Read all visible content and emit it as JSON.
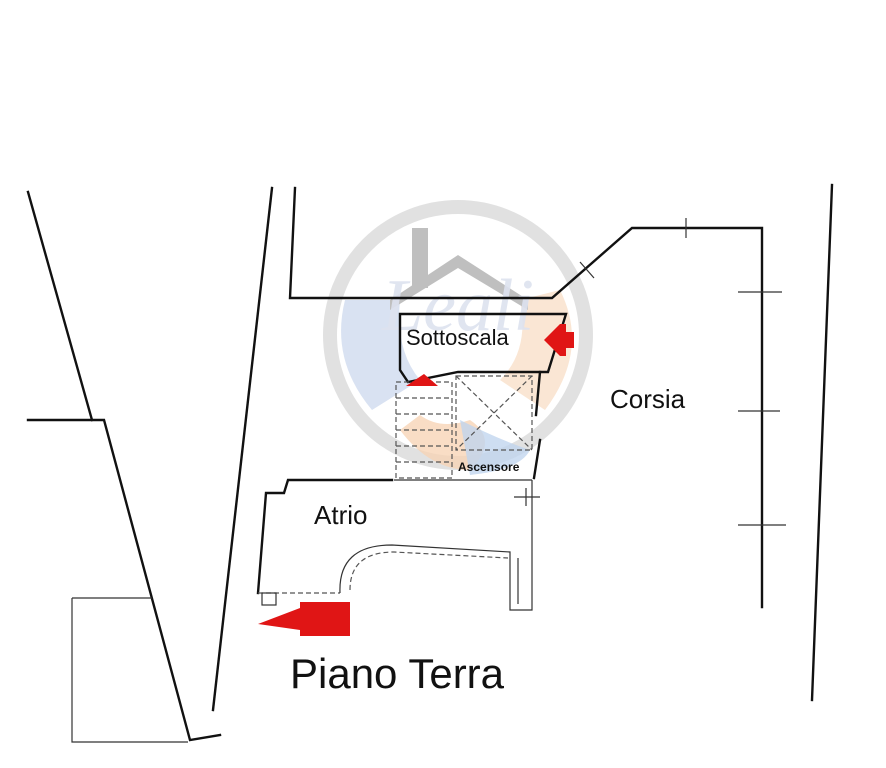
{
  "plan": {
    "title": "Piano Terra",
    "rooms": {
      "sottoscala": "Sottoscala",
      "corsia": "Corsia",
      "atrio": "Atrio",
      "ascensore": "Ascensore"
    },
    "watermark": {
      "text": "Leali",
      "colors": {
        "blue": "#5b7fb8",
        "orange": "#e8a060",
        "grey": "#8c8c8c"
      }
    },
    "colors": {
      "line": "#111111",
      "arrow": "#e01515"
    }
  }
}
